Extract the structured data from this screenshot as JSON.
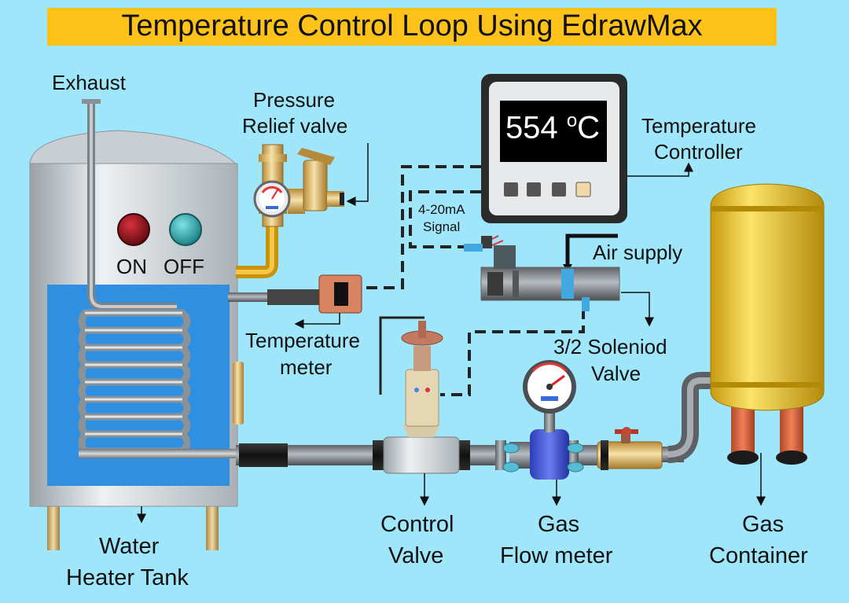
{
  "title": "Temperature Control Loop Using EdrawMax",
  "display": {
    "value": "554",
    "unit_sup": "o",
    "unit": "C"
  },
  "labels": {
    "exhaust": "Exhaust",
    "pressure_relief_1": "Pressure",
    "pressure_relief_2": "Relief valve",
    "temp_controller_1": "Temperature",
    "temp_controller_2": "Controller",
    "signal_1": "4-20mA",
    "signal_2": "Signal",
    "air_supply": "Air supply",
    "on": "ON",
    "off": "OFF",
    "temp_meter_1": "Temperature",
    "temp_meter_2": "meter",
    "solenoid_1": "3/2 Soleniod",
    "solenoid_2": "Valve",
    "control_valve_1": "Control",
    "control_valve_2": "Valve",
    "flow_meter_1": "Gas",
    "flow_meter_2": "Flow meter",
    "gas_container_1": "Gas",
    "gas_container_2": "Container",
    "heater_tank_1": "Water",
    "heater_tank_2": "Heater Tank"
  },
  "colors": {
    "background": "#9fe6fb",
    "title_bar": "#ffc21a",
    "water": "#2f8fe0",
    "on_button": "#8b0f18",
    "off_button": "#23a3a8",
    "gas_tank": "#f2c61c"
  }
}
